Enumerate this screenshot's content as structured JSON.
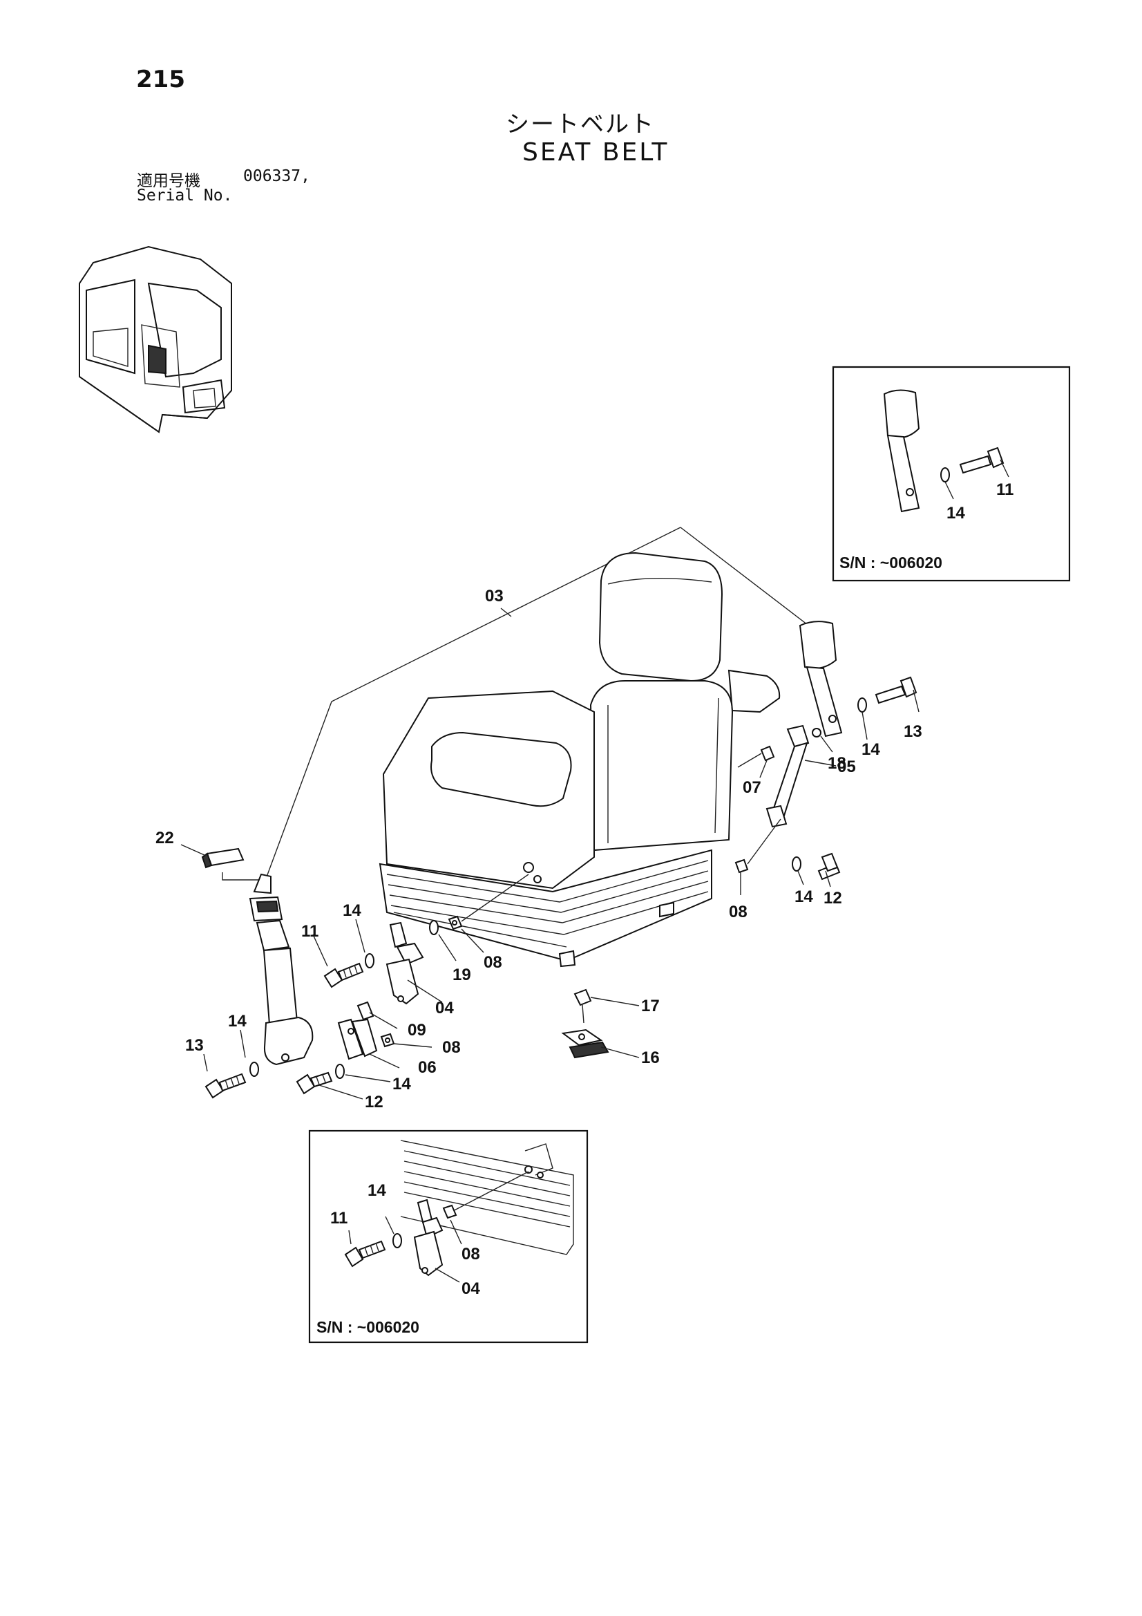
{
  "page": {
    "number": "215",
    "title_jp": "シートベルト",
    "title_en": "SEAT BELT",
    "serial_label_jp": "適用号機",
    "serial_label_en": "Serial No.",
    "serial_value": "006337,"
  },
  "callouts": {
    "c03": "03",
    "c22": "22",
    "c11a": "11",
    "c14a": "14",
    "c19": "19",
    "c08a": "08",
    "c04": "04",
    "c09": "09",
    "c08b": "08",
    "c06": "06",
    "c14b": "14",
    "c12a": "12",
    "c13a": "13",
    "c14c": "14",
    "c17": "17",
    "c16": "16",
    "c13b": "13",
    "c14d": "14",
    "c18": "18",
    "c07": "07",
    "c05": "05",
    "c12b": "12",
    "c14e": "14",
    "c08c": "08"
  },
  "inset_top": {
    "sn_label": "S/N : ~006020",
    "c11": "11",
    "c14": "14"
  },
  "inset_bottom": {
    "sn_label": "S/N : ~006020",
    "c11": "11",
    "c14": "14",
    "c08": "08",
    "c04": "04"
  }
}
